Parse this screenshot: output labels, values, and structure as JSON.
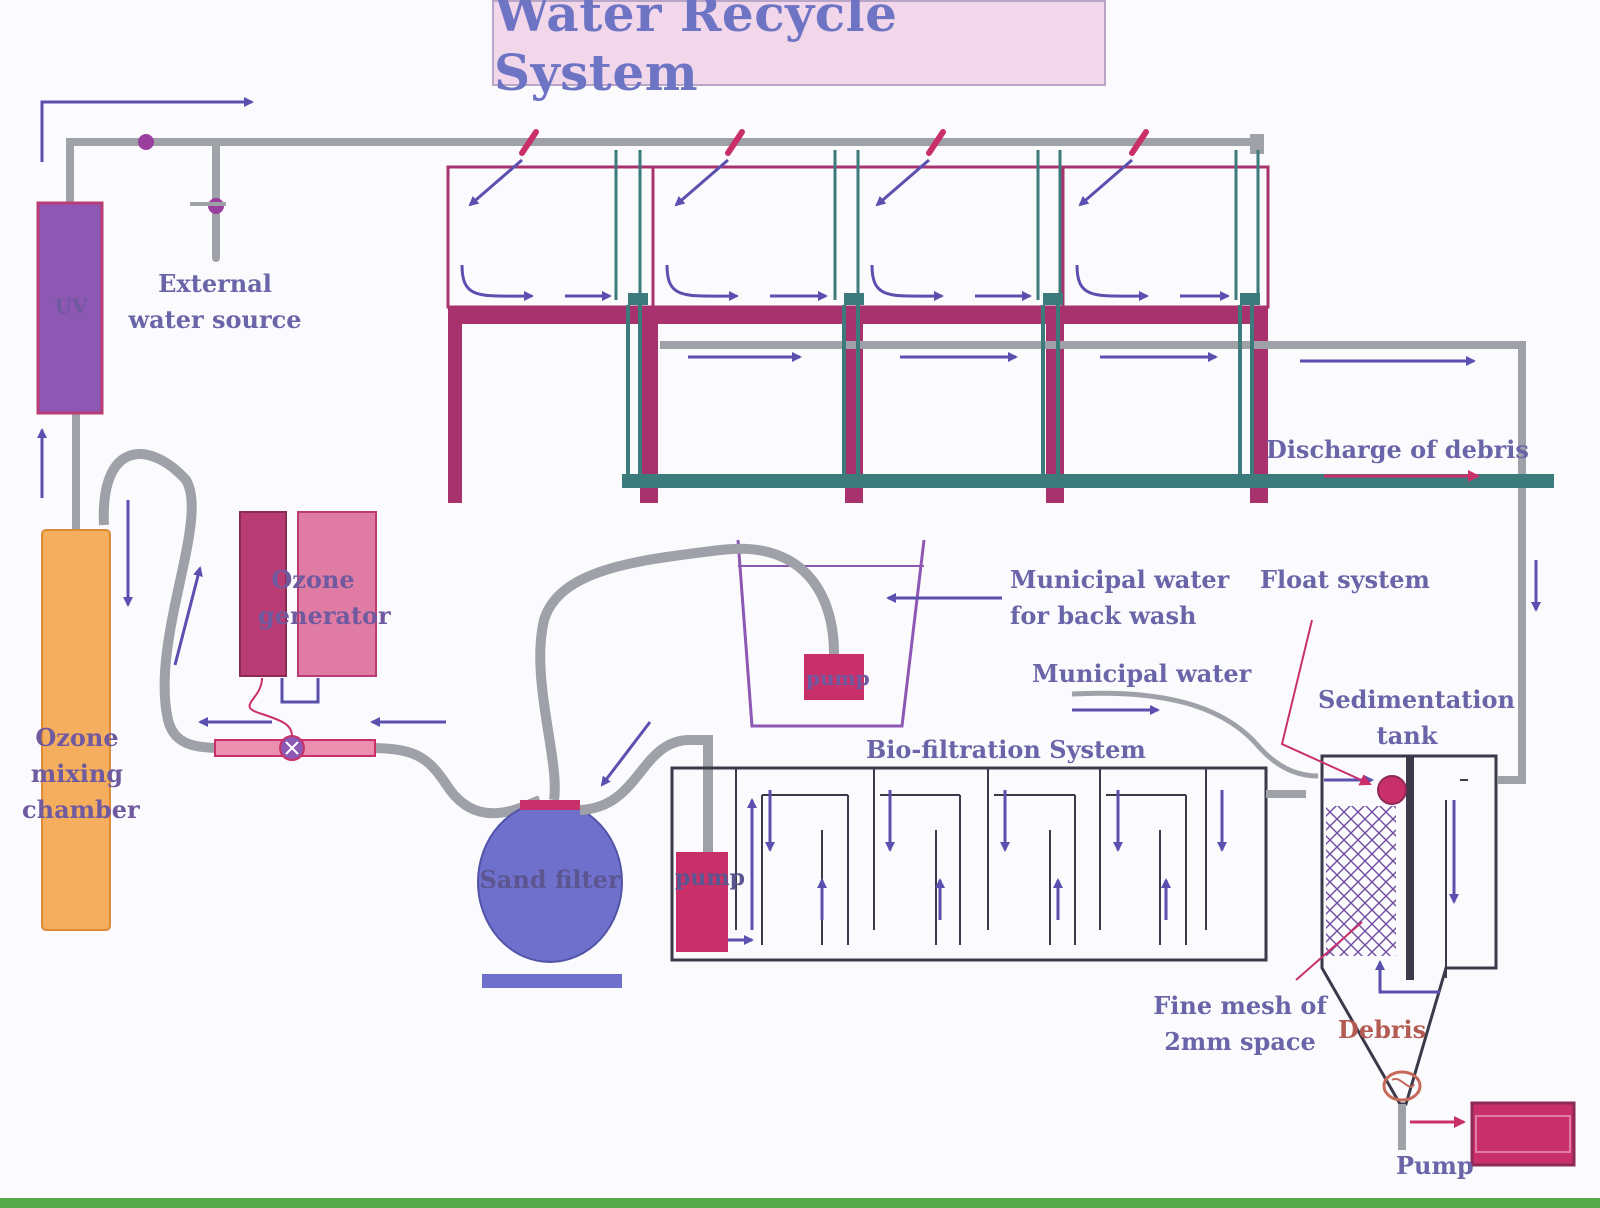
{
  "title": "Water Recycle System",
  "labels": {
    "uv": "UV",
    "external_water_source": "External water source",
    "ozone_generator": "Ozone generator",
    "ozone_mixing_chamber": "Ozone mixing chamber",
    "discharge_of_debris": "Discharge of debris",
    "municipal_water_back_wash": "Municipal water for back wash",
    "float_system": "Float system",
    "municipal_water": "Municipal water",
    "sedimentation_tank": "Sedimentation tank",
    "bio_filtration_system": "Bio-filtration System",
    "sand_filter": "Sand filter",
    "pump_backwash": "pump",
    "pump_bio": "pump",
    "fine_mesh": "Fine mesh of 2mm space",
    "debris": "Debris",
    "pump_bottom": "Pump"
  },
  "colors": {
    "pipe": "#9fa1a8",
    "frame": "#a8326e",
    "teal": "#3d7a7c",
    "arrow": "#5b4fb0",
    "uv": "#8d57b4",
    "ozone_chamber": "#f5ad5e",
    "ozone_gen_dark": "#b93d74",
    "ozone_gen_light": "#e07ca3",
    "pump": "#c9306a",
    "sand_filter": "#6e70cc"
  }
}
